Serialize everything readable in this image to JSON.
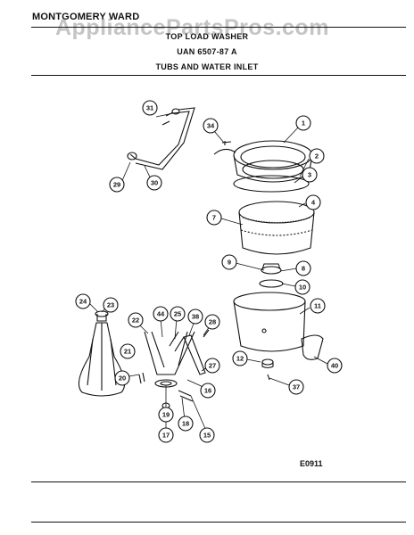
{
  "header": {
    "brand": "MONTGOMERY WARD",
    "watermark": "AppliancePartsPros.com",
    "product": "TOP LOAD WASHER",
    "model": "UAN 6507-87 A",
    "section": "TUBS AND WATER INLET"
  },
  "footer": {
    "diagram_code": "E0911"
  },
  "callouts": {
    "c1": "1",
    "c2": "2",
    "c3": "3",
    "c4": "4",
    "c7": "7",
    "c8": "8",
    "c9": "9",
    "c10": "10",
    "c11": "11",
    "c12": "12",
    "c15": "15",
    "c16": "16",
    "c17": "17",
    "c18": "18",
    "c19": "19",
    "c20": "20",
    "c21": "21",
    "c22": "22",
    "c23": "23",
    "c24": "24",
    "c25": "25",
    "c27": "27",
    "c28": "28",
    "c29": "29",
    "c30": "30",
    "c31": "31",
    "c34": "34",
    "c37": "37",
    "c38": "38",
    "c40": "40",
    "c44": "44"
  }
}
